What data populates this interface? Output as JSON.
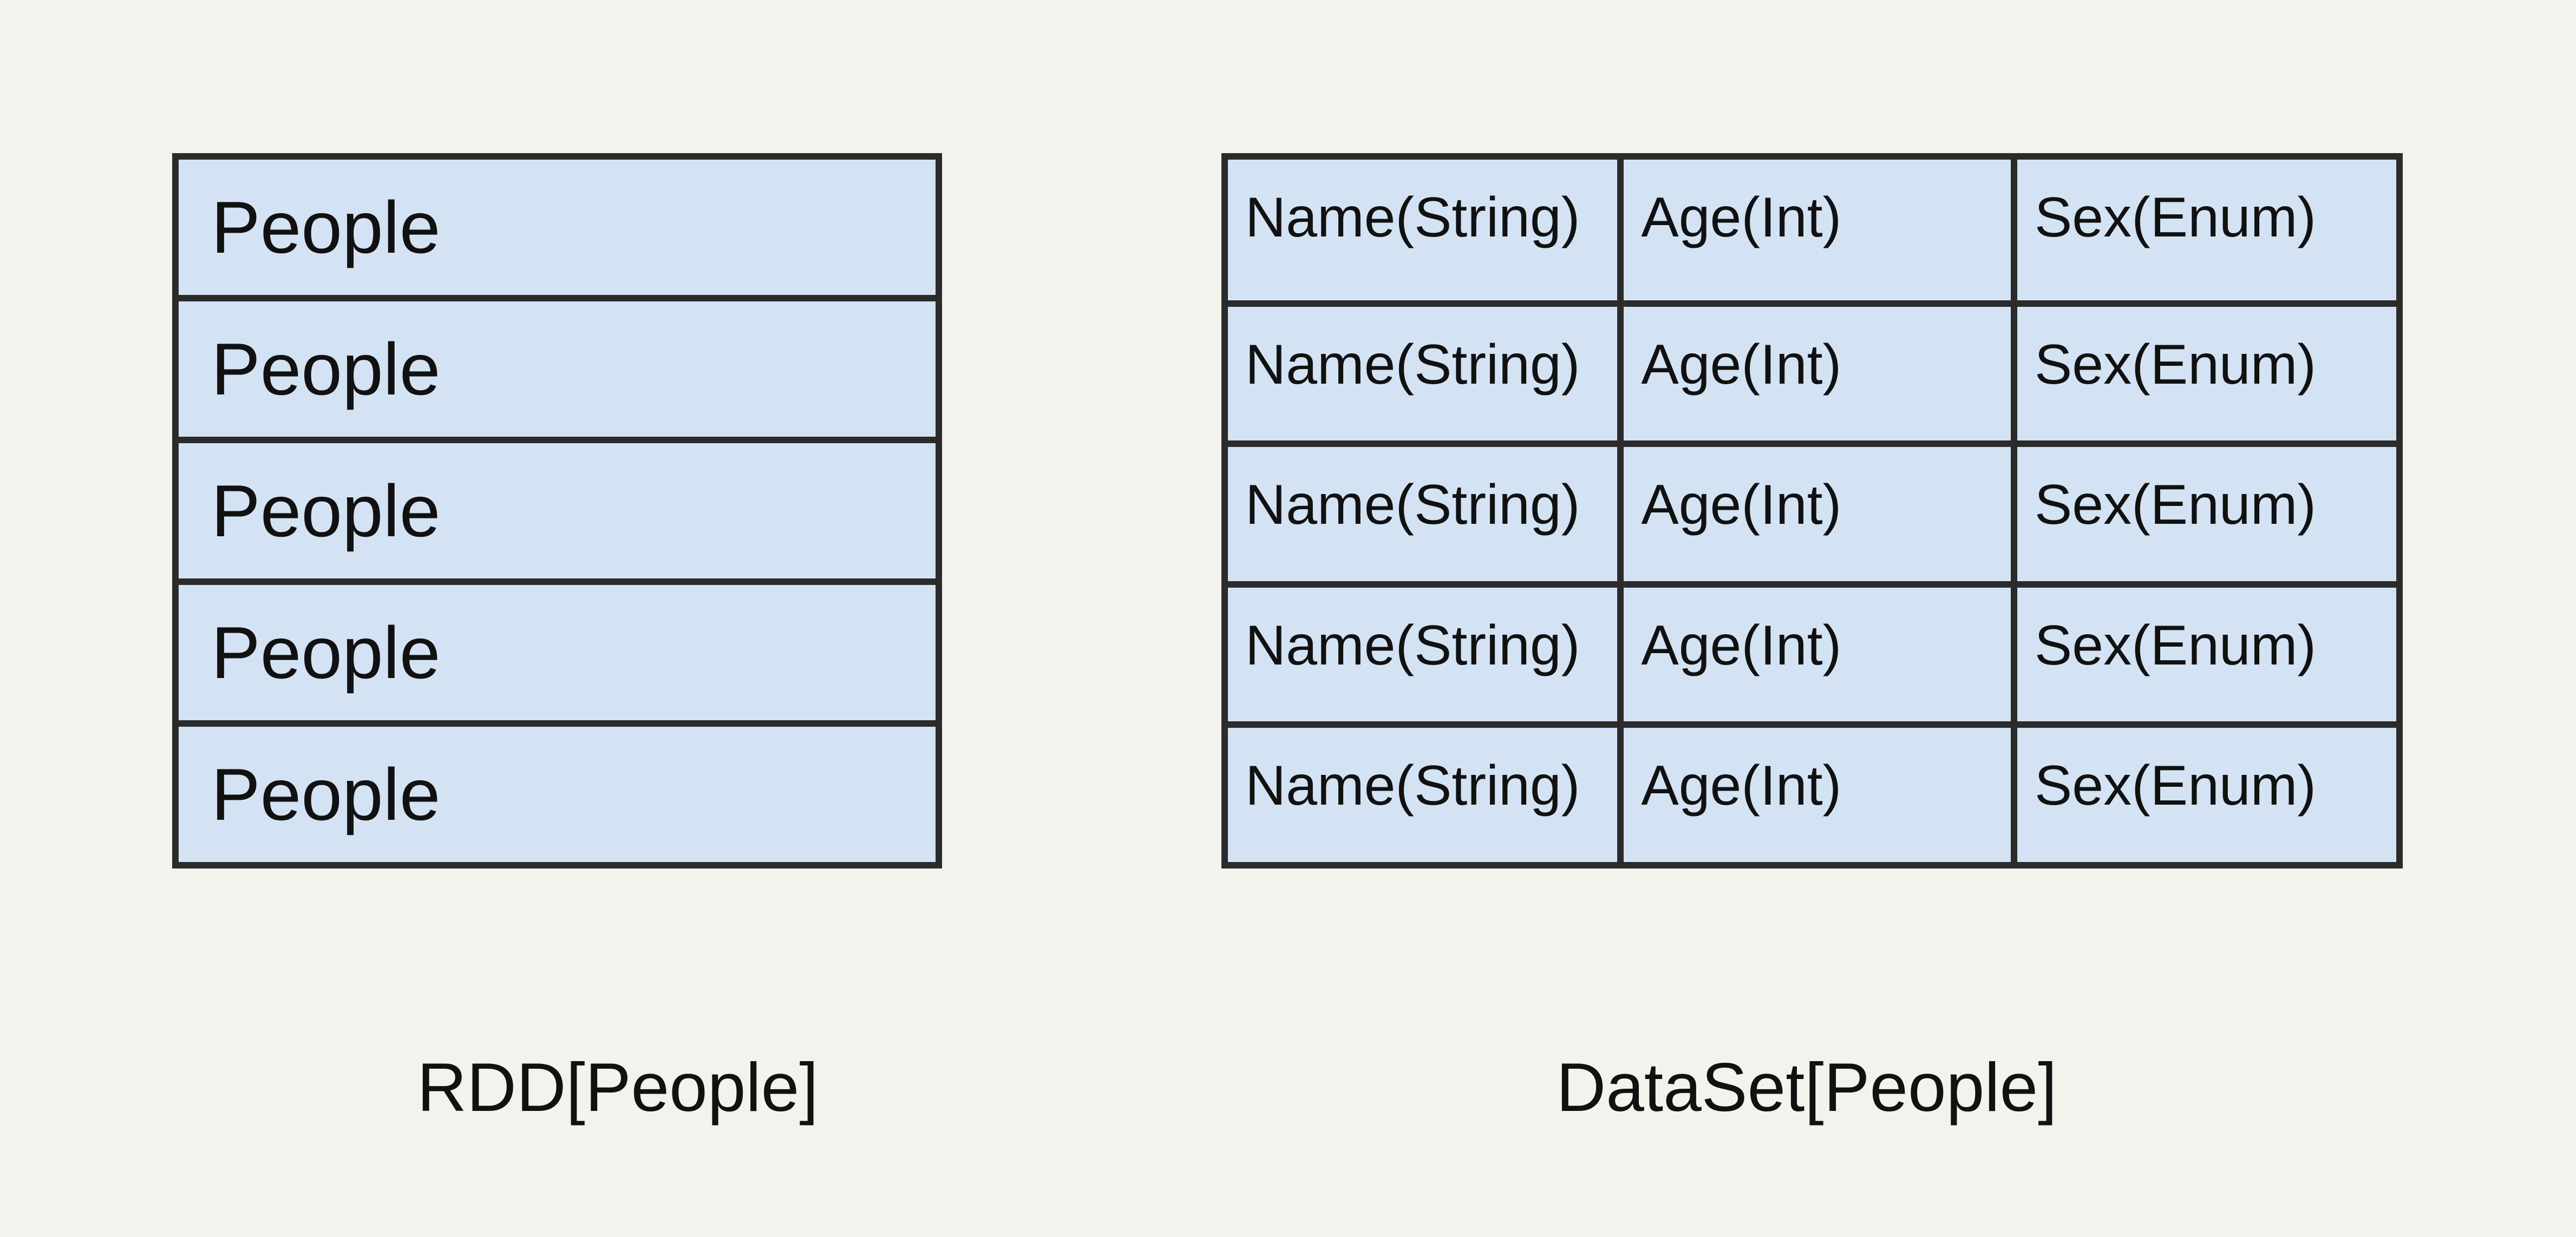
{
  "colors": {
    "table_fill": "#d3e3f3",
    "border": "#2b2b2b",
    "text": "#111111",
    "background": "#f3f2ed"
  },
  "left_table": {
    "caption": "RDD[People]",
    "rows": [
      "People",
      "People",
      "People",
      "People",
      "People"
    ]
  },
  "right_table": {
    "caption": "DataSet[People]",
    "rows": [
      [
        "Name(String)",
        "Age(Int)",
        "Sex(Enum)"
      ],
      [
        "Name(String)",
        "Age(Int)",
        "Sex(Enum)"
      ],
      [
        "Name(String)",
        "Age(Int)",
        "Sex(Enum)"
      ],
      [
        "Name(String)",
        "Age(Int)",
        "Sex(Enum)"
      ],
      [
        "Name(String)",
        "Age(Int)",
        "Sex(Enum)"
      ]
    ]
  }
}
